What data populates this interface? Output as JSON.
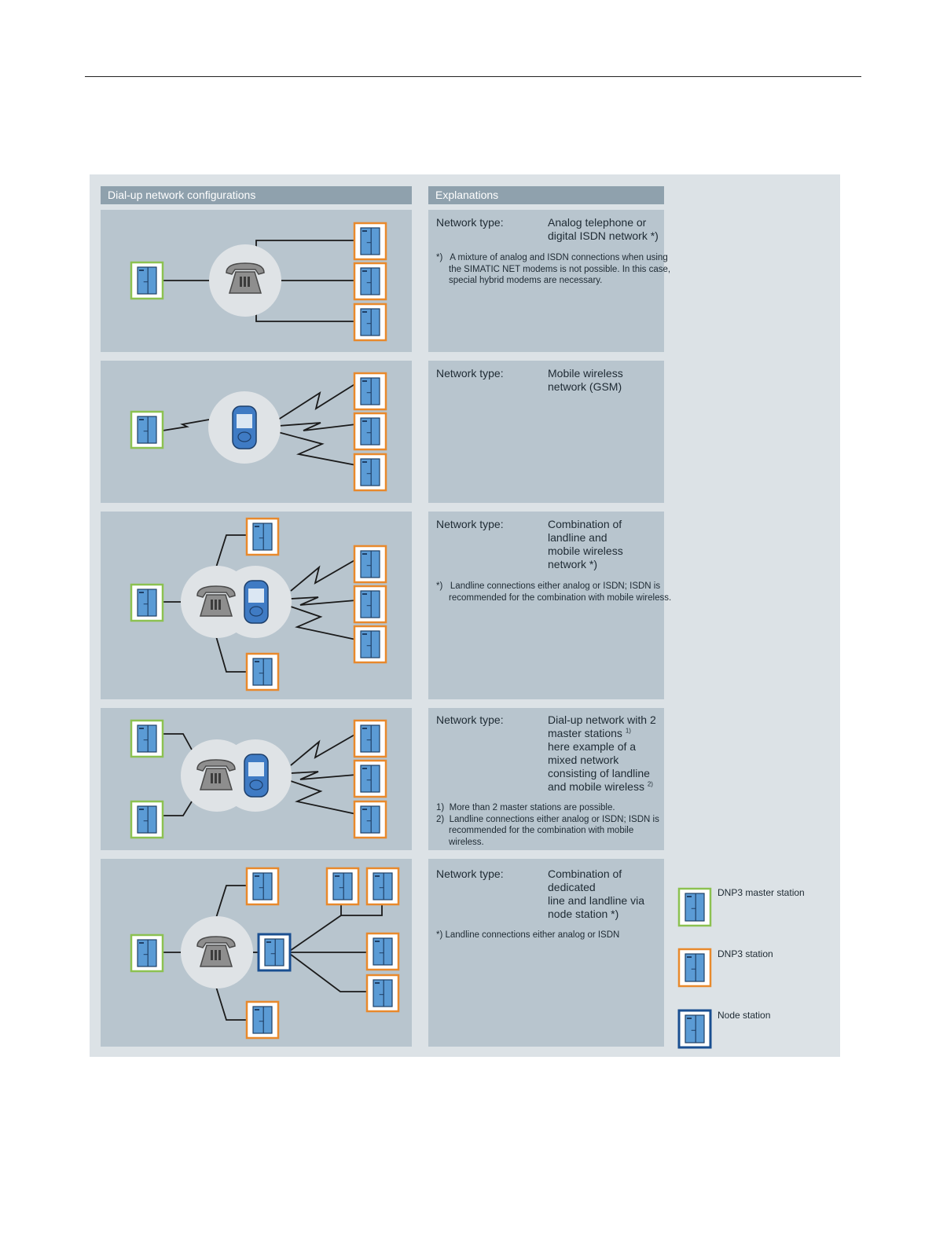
{
  "headers": {
    "configurations": "Dial-up network configurations",
    "explanations": "Explanations"
  },
  "network_type_label": "Network type:",
  "rows": [
    {
      "value_lines": [
        "Analog telephone or",
        "digital ISDN network *)"
      ],
      "notes": [
        {
          "marker": "*)",
          "text": "A mixture of analog and ISDN connections when using the SIMATIC NET modems is not possible. In this case, special hybrid modems are necessary."
        }
      ]
    },
    {
      "value_lines": [
        "Mobile wireless",
        "network (GSM)"
      ],
      "notes": []
    },
    {
      "value_lines": [
        "Combination of",
        "landline and",
        "mobile wireless",
        "network *)"
      ],
      "notes": [
        {
          "marker": "*)",
          "text": "Landline connections either analog or ISDN; ISDN is recommended for the combination with mobile wireless."
        }
      ]
    },
    {
      "value_lines": [
        "Dial-up network with 2",
        "master stations",
        "here example of a",
        "mixed network",
        "consisting of landline",
        "and mobile wireless"
      ],
      "value_sups": {
        "1": "1)",
        "5": "2)"
      },
      "notes": [
        {
          "marker": "1)",
          "text": "More than 2 master stations are possible."
        },
        {
          "marker": "2)",
          "text": "Landline connections either analog or ISDN; ISDN is recommended for the combination with mobile wireless."
        }
      ]
    },
    {
      "value_lines": [
        "Combination of",
        "dedicated",
        "line and landline via",
        "node station *)"
      ],
      "notes": [
        {
          "marker": "",
          "text": "*) Landline connections either analog or ISDN"
        }
      ]
    }
  ],
  "legend": [
    {
      "label": "DNP3 master station",
      "color": "#8cc151"
    },
    {
      "label": "DNP3 station",
      "color": "#e8892c"
    },
    {
      "label": "Node station",
      "color": "#1a4f91"
    }
  ],
  "colors": {
    "panel": "#b8c5ce",
    "header": "#8fa1ad",
    "frame": "#dce2e6",
    "station_blue": "#5b9bd5",
    "device_circle": "#dfe3e6",
    "phone": "#8e8e8e",
    "mobile": "#3f7bc4"
  },
  "icons": [
    "telephone-icon",
    "mobile-phone-icon",
    "station-icon"
  ]
}
